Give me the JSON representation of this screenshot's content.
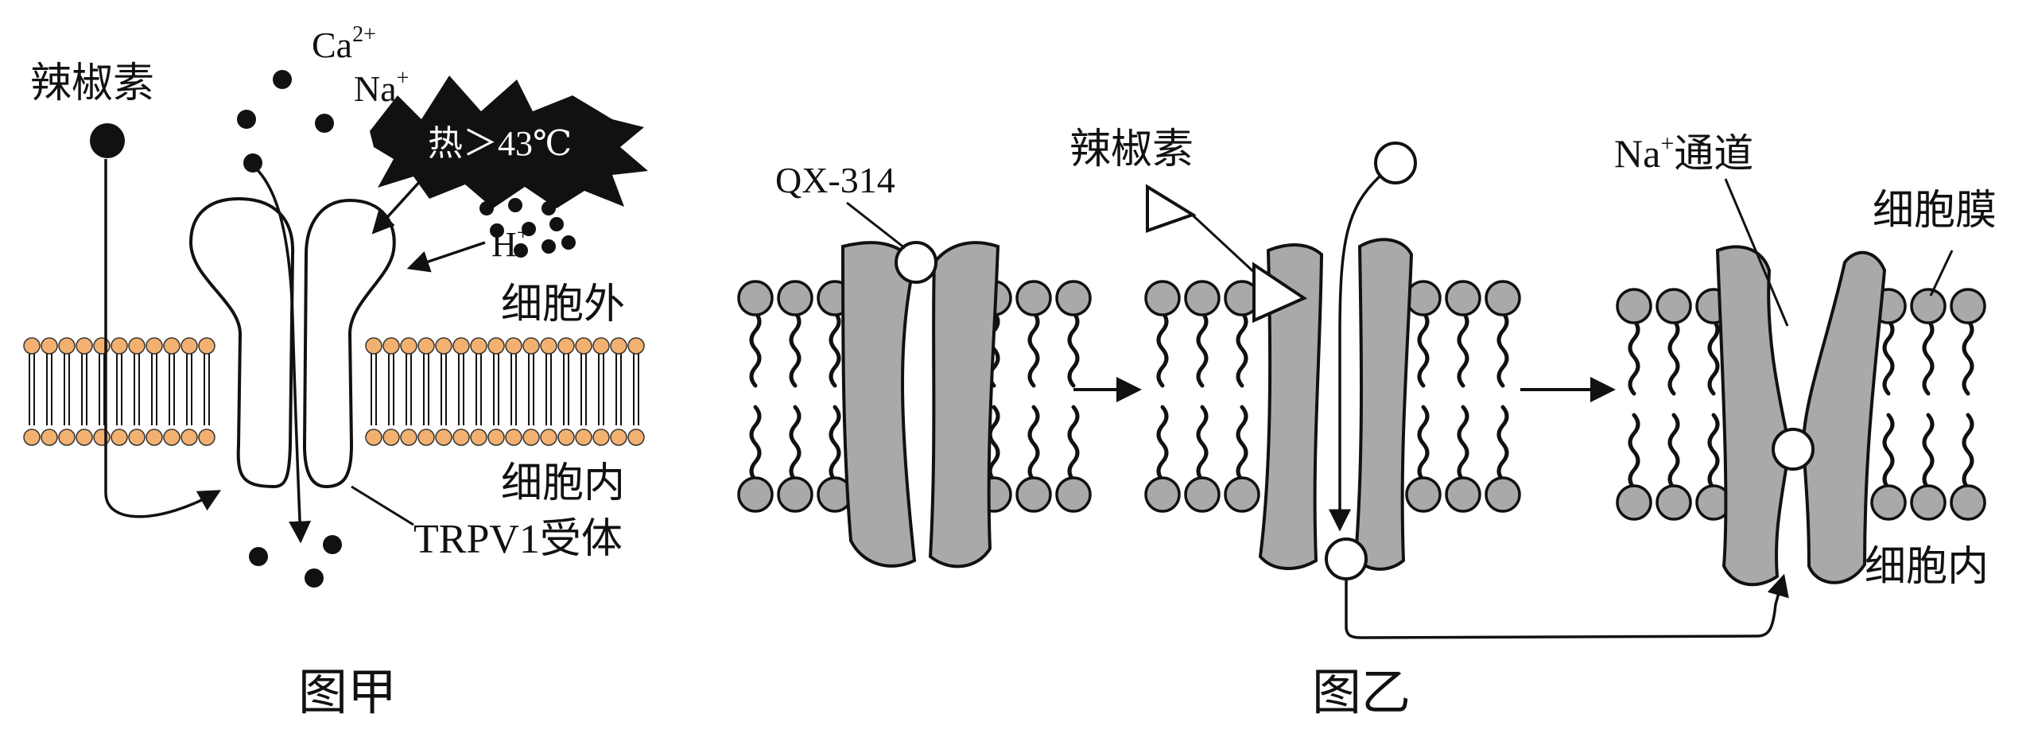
{
  "figure_a": {
    "caption": "图甲",
    "labels": {
      "capsaicin": "辣椒素",
      "ca": "Ca",
      "ca_sup": "2+",
      "na": "Na",
      "na_sup": "+",
      "heat": "热＞43℃",
      "h": "H",
      "h_sup": "+",
      "outside": "细胞外",
      "inside": "细胞内",
      "receptor": "TRPV1受体"
    }
  },
  "figure_b": {
    "caption": "图乙",
    "labels": {
      "qx314": "QX-314",
      "capsaicin": "辣椒素",
      "na_channel_na": "Na",
      "na_channel_sup": "+",
      "na_channel_rest": "通道",
      "membrane": "细胞膜",
      "inside": "细胞内"
    }
  },
  "colors": {
    "lipid_head_a": "#f2b170",
    "lipid_head_b": "#a9a9a9",
    "protein_b": "#a9a9a9",
    "ink": "#111111"
  }
}
